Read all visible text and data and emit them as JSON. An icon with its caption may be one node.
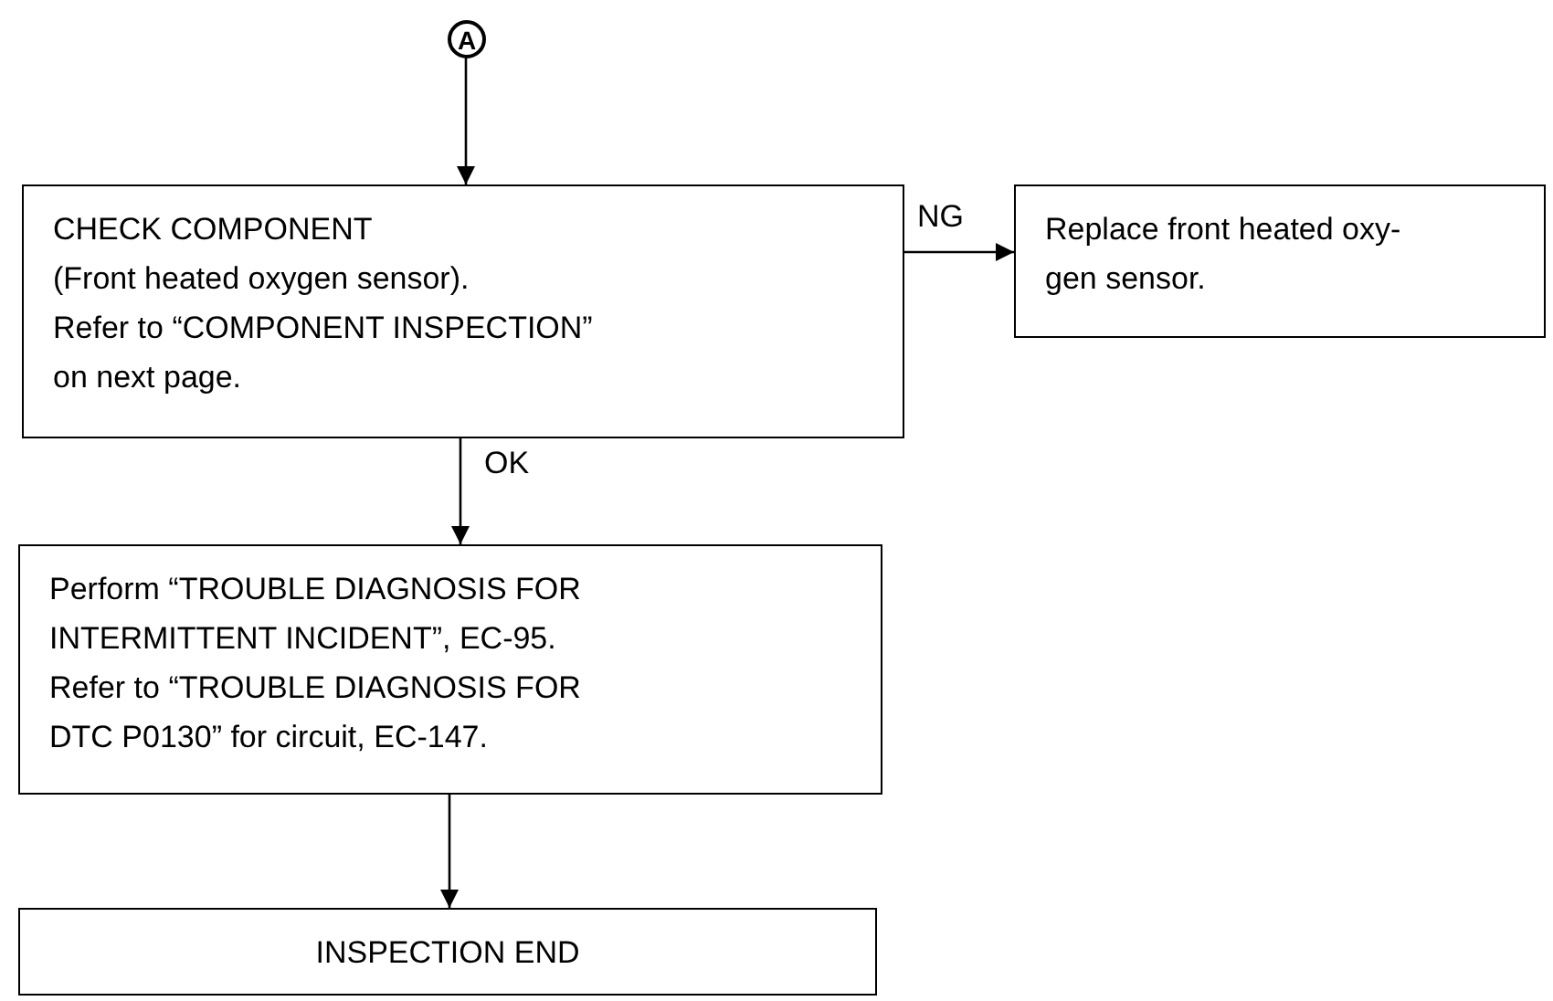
{
  "diagram": {
    "nodes": [
      {
        "text": [
          "A"
        ]
      },
      {
        "text": [
          "CHECK COMPONENT",
          "(Front heated oxygen sensor).",
          "Refer to “COMPONENT INSPECTION” on next page."
        ]
      },
      {
        "text": [
          "Replace front heated oxy- gen sensor."
        ]
      },
      {
        "text": [
          "Perform “TROUBLE DIAGNOSIS FOR INTERMITTENT INCIDENT”, EC-95.",
          "Refer to “TROUBLE DIAGNOSIS FOR DTC P0130” for circuit, EC-147."
        ]
      },
      {
        "text": [
          "INSPECTION END"
        ]
      }
    ],
    "edges": [
      {
        "from": 0,
        "to": 1,
        "arrow": "to"
      },
      {
        "from": 1,
        "to": 2,
        "arrow": "to",
        "label": "NG"
      },
      {
        "from": 1,
        "to": 3,
        "arrow": "to",
        "label": "OK"
      },
      {
        "from": 3,
        "to": 4,
        "arrow": "to"
      }
    ]
  }
}
